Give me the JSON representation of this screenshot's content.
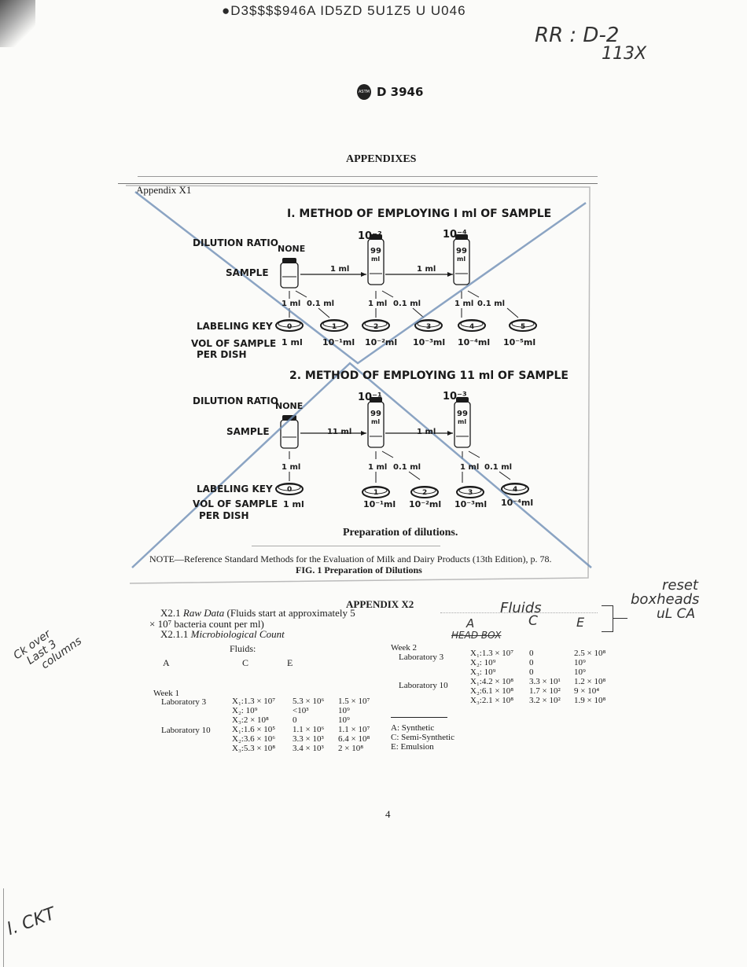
{
  "header": {
    "scan_code": "●D3$$$$946A  ID5ZD 5U1Z5 U U046",
    "handwritten_ref_line1": "RR : D-2",
    "handwritten_ref_line2": "113X",
    "logo_text": "ASTM",
    "standard_number": "D 3946"
  },
  "appendixes_title": "APPENDIXES",
  "appendix_x1": {
    "label": "Appendix X1",
    "method1": {
      "title": "I. METHOD OF EMPLOYING  I ml  OF SAMPLE",
      "row_labels": {
        "dilution_ratio": "DILUTION RATIO",
        "sample": "SAMPLE",
        "labeling_key": "LABELING KEY",
        "vol_of_sample": "VOL OF SAMPLE",
        "per_dish": "PER DISH"
      },
      "dilutions": [
        "NONE",
        "10⁻²",
        "10⁻⁴"
      ],
      "bottle_labels": [
        "99",
        "ml"
      ],
      "transfers": [
        "1 ml",
        "1 ml"
      ],
      "pipettes": [
        "1 ml",
        "0.1 ml",
        "1 ml",
        "0.1 ml",
        "1 ml",
        "0.1 ml"
      ],
      "dishes": [
        "0",
        "1",
        "2",
        "3",
        "4",
        "5"
      ],
      "volumes": [
        "1 ml",
        "10⁻¹ml",
        "10⁻²ml",
        "10⁻³ml",
        "10⁻⁴ml",
        "10⁻⁵ml"
      ]
    },
    "method2": {
      "title": "2. METHOD OF EMPLOYING  11 ml  OF SAMPLE",
      "row_labels": {
        "dilution_ratio": "DILUTION RATIO",
        "sample": "SAMPLE",
        "labeling_key": "LABELING KEY",
        "vol_of_sample": "VOL OF SAMPLE",
        "per_dish": "PER DISH"
      },
      "dilutions": [
        "NONE",
        "10⁻¹",
        "10⁻³"
      ],
      "bottle_labels": [
        "99",
        "ml"
      ],
      "transfers": [
        "11 ml",
        "1 ml"
      ],
      "pipettes": [
        "1 ml",
        "1 ml",
        "0.1 ml",
        "1 ml",
        "0.1 ml"
      ],
      "dishes": [
        "0",
        "1",
        "2",
        "3",
        "4"
      ],
      "volumes": [
        "1 ml",
        "10⁻¹ml",
        "10⁻²ml",
        "10⁻³ml",
        "10⁻⁴ml"
      ]
    },
    "caption": "Preparation of dilutions.",
    "note": "NOTE—Reference Standard Methods for the Evaluation of Milk and Dairy Products (13th Edition), p. 78.",
    "figure_title": "FIG. 1  Preparation of Dilutions"
  },
  "appendix_x2": {
    "title": "APPENDIX X2",
    "intro_label": "X2.1",
    "intro_italic": "Raw Data",
    "intro_rest": "(Fluids start at approximately 5",
    "intro_line2": "× 10⁷ bacteria count per ml)",
    "subheading_num": "X2.1.1",
    "subheading": "Microbiological Count",
    "fluids_label": "Fluids:",
    "columns": [
      "A",
      "C",
      "E"
    ],
    "week1": {
      "label": "Week 1",
      "lab3": {
        "label": "Laboratory 3",
        "rows": [
          [
            "X₁:1.3 × 10⁷",
            "5.3 × 10⁶",
            "1.5 × 10⁷"
          ],
          [
            "X₂:  10⁹",
            "<10³",
            "10⁹"
          ],
          [
            "X₃:2 × 10⁸",
            "0",
            "10⁹"
          ]
        ]
      },
      "lab10": {
        "label": "Laboratory 10",
        "rows": [
          [
            "X₁:1.6 × 10⁵",
            "1.1 × 10⁶",
            "1.1 × 10⁷"
          ],
          [
            "X₂:3.6 × 10⁶",
            "3.3 × 10³",
            "6.4 × 10⁸"
          ],
          [
            "X₃:5.3 × 10⁸",
            "3.4 × 10³",
            "2 × 10⁸"
          ]
        ]
      }
    },
    "week2": {
      "label": "Week 2",
      "lab3": {
        "label": "Laboratory 3",
        "rows": [
          [
            "X₁:1.3 × 10⁷",
            "0",
            "2.5 × 10⁸"
          ],
          [
            "X₂:  10⁹",
            "0",
            "10⁹"
          ],
          [
            "X₃:  10⁹",
            "0",
            "10⁹"
          ]
        ]
      },
      "lab10": {
        "label": "Laboratory 10",
        "rows": [
          [
            "X₁:4.2 × 10⁸",
            "3.3 × 10¹",
            "1.2 × 10⁸"
          ],
          [
            "X₂:6.1 × 10⁸",
            "1.7 × 10²",
            "9 × 10⁴"
          ],
          [
            "X₃:2.1 × 10⁸",
            "3.2 × 10²",
            "1.9 × 10⁸"
          ]
        ]
      }
    },
    "legend": [
      "A: Synthetic",
      "C: Semi-Synthetic",
      "E: Emulsion"
    ]
  },
  "handwritten_annotations": {
    "fluids": "Fluids",
    "columns": [
      "A",
      "C",
      "E"
    ],
    "struck_text": "HEAD BOX",
    "reset_note": [
      "reset",
      "boxheads",
      "uL CA"
    ],
    "margin_note": [
      "Ck over",
      "Last 3",
      "columns"
    ],
    "bottom_initials": "l. CKT"
  },
  "page_number": "4",
  "colors": {
    "pencil_blue": "#6f8fb5",
    "ink": "#1a1a1a",
    "paper": "#fbfbf9"
  }
}
